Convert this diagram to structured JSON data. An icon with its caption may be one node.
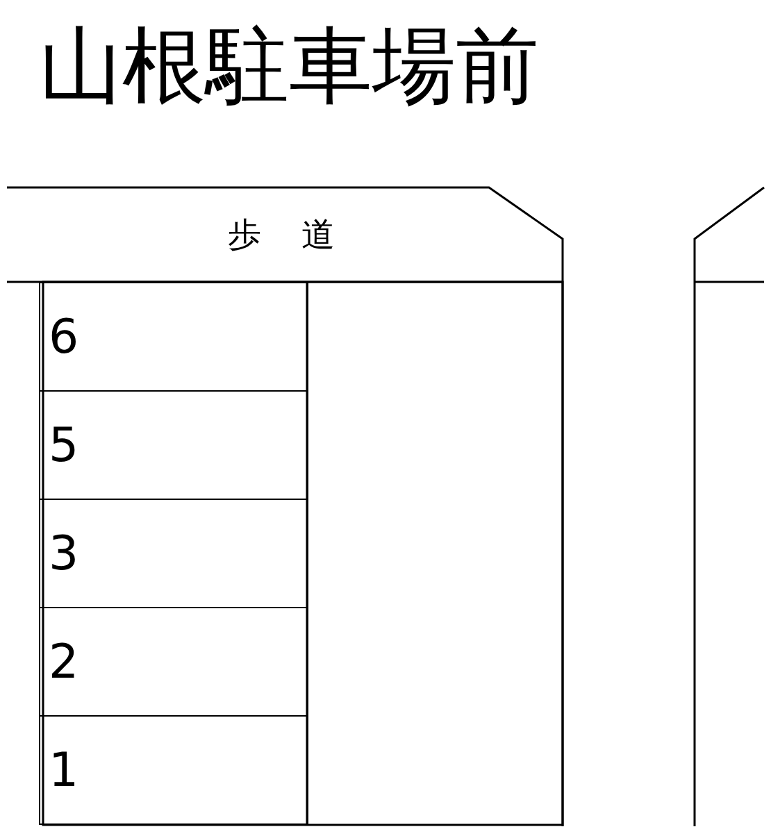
{
  "diagram": {
    "title": "山根駐車場前",
    "nodes": [
      {
        "text": [
          "歩道"
        ]
      },
      {
        "text": [
          "6"
        ]
      },
      {
        "text": [
          "5"
        ]
      },
      {
        "text": [
          "3"
        ]
      },
      {
        "text": [
          "2"
        ]
      },
      {
        "text": [
          "1"
        ]
      }
    ],
    "edges": []
  }
}
